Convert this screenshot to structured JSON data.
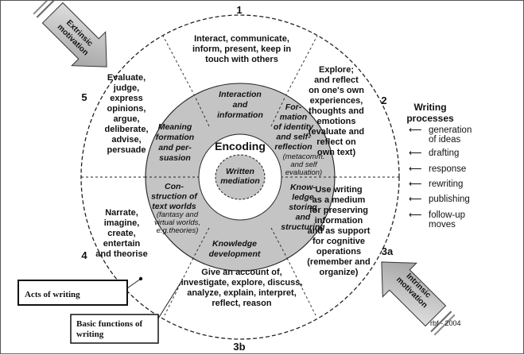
{
  "numbers": {
    "n1": "1",
    "n2": "2",
    "n3a": "3a",
    "n3b": "3b",
    "n4": "4",
    "n5": "5"
  },
  "outer": {
    "s1": [
      "Interact, communicate,",
      "inform, present, keep in",
      "touch with others"
    ],
    "s2": [
      "Explore;",
      "and reflect",
      "on one's own",
      "experiences,",
      "thoughts and",
      "emotions",
      "(evaluate and",
      "reflect on",
      "own text)"
    ],
    "s3a": [
      "Use writing",
      "as a medium",
      "for preserving",
      "information",
      "and as support",
      "for cognitive",
      "operations",
      "(remember and",
      "organize)"
    ],
    "s3b": [
      "Give an account of,",
      "investigate, explore, discuss,",
      "analyze, explain, interpret,",
      "reflect, reason"
    ],
    "s4": [
      "Narrate,",
      "imagine,",
      "create,",
      "entertain",
      "and theorise"
    ],
    "s5": [
      "Evaluate,",
      "judge,",
      "express",
      "opinions,",
      "argue,",
      "deliberate,",
      "advise,",
      "persuade"
    ]
  },
  "inner": {
    "interaction": [
      "Interaction",
      "and",
      "information"
    ],
    "identity": [
      "For-",
      "mation",
      "of identity",
      "and self-",
      "reflection"
    ],
    "identity_note": [
      "(metacomm.",
      "and self",
      "evaluation)"
    ],
    "knowledge_storing": [
      "Know-",
      "ledge",
      "storing",
      "and",
      "structuring"
    ],
    "knowledge_dev": [
      "Knowledge",
      "development"
    ],
    "text_worlds": [
      "Con-",
      "struction of",
      "text worlds"
    ],
    "text_worlds_note": [
      "(fantasy and",
      "virtual worlds,",
      "e.g.theories)"
    ],
    "meaning": [
      "Meaning",
      "formation",
      "and per-",
      "suasion"
    ]
  },
  "center": {
    "encoding": "Encoding",
    "written": [
      "Written",
      "mediation"
    ]
  },
  "arrows": {
    "extrinsic": [
      "Extrinsic",
      "motivation"
    ],
    "intrinsic": [
      "Intrinsic",
      "motivation"
    ]
  },
  "processes": {
    "title": [
      "Writing",
      "processes"
    ],
    "items": [
      [
        "generation",
        "of ideas"
      ],
      [
        "drafting"
      ],
      [
        "response"
      ],
      [
        "rewriting"
      ],
      [
        "publishing"
      ],
      [
        "follow-up",
        "moves"
      ]
    ]
  },
  "legend": {
    "acts": "Acts of writing",
    "basic": [
      "Basic functions of",
      "writing"
    ]
  },
  "credit": "rbf - 2004",
  "colors": {
    "inner_ring": "#c4c4c4",
    "outline": "#222222",
    "arrow_fill": "#b8b8b8"
  }
}
